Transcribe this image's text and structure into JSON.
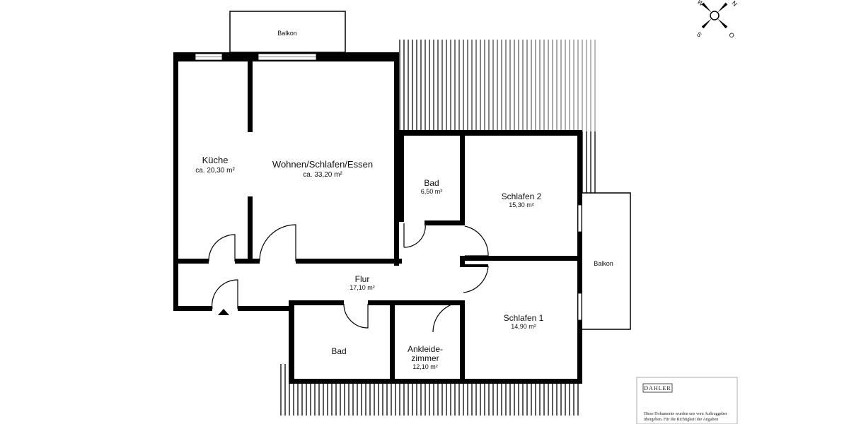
{
  "rooms": {
    "kueche": {
      "name": "Küche",
      "area": "ca. 20,30 m²"
    },
    "wohnen": {
      "name": "Wohnen/Schlafen/Essen",
      "area": "ca. 33,20 m²"
    },
    "bad_top": {
      "name": "Bad",
      "area": "6,50 m²"
    },
    "schlafen2": {
      "name": "Schlafen 2",
      "area": "15,30 m²"
    },
    "flur": {
      "name": "Flur",
      "area": "17,10 m²"
    },
    "schlafen1": {
      "name": "Schlafen 1",
      "area": "14,90 m²"
    },
    "bad_bottom": {
      "name": "Bad"
    },
    "ankleide": {
      "name_line1": "Ankleide-",
      "name_line2": "zimmer",
      "area": "12,10 m²"
    }
  },
  "balconies": {
    "top": "Balkon",
    "right": "Balkon"
  },
  "compass": {
    "n": "N",
    "s": "S",
    "o": "O",
    "w": "W"
  },
  "info_card": {
    "brand": "DAHLER",
    "line1": "Diese Dokumente wurden uns vom Auftraggeber",
    "line2": "übergeben. Für die Richtigkeit der Angaben"
  }
}
